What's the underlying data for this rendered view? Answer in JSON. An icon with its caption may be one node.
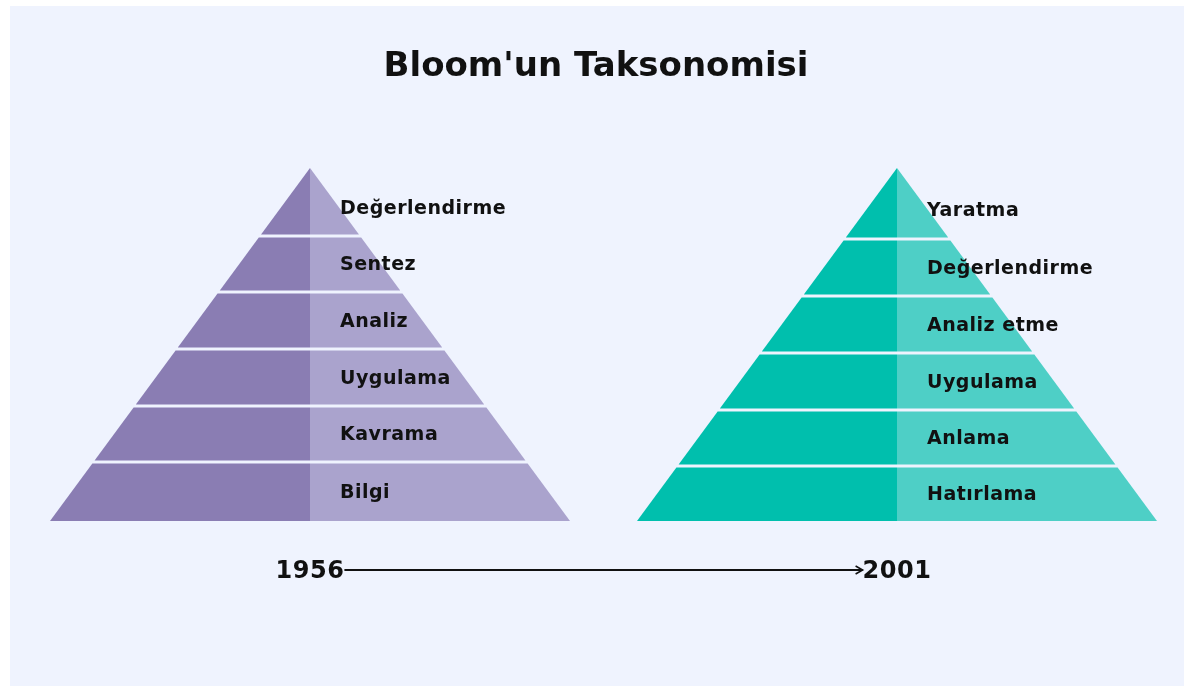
{
  "diagram": {
    "title": "Bloom'un Taksonomisi",
    "nodes": [
      {
        "text": [
          "Değerlendirme"
        ]
      },
      {
        "text": [
          "Sentez"
        ]
      },
      {
        "text": [
          "Analiz"
        ]
      },
      {
        "text": [
          "Uygulama"
        ]
      },
      {
        "text": [
          "Kavrama"
        ]
      },
      {
        "text": [
          "Bilgi"
        ]
      },
      {
        "text": [
          "Yaratma"
        ]
      },
      {
        "text": [
          "Değerlendirme"
        ]
      },
      {
        "text": [
          "Analiz etme"
        ]
      },
      {
        "text": [
          "Uygulama"
        ]
      },
      {
        "text": [
          "Anlama"
        ]
      },
      {
        "text": [
          "Hatırlama"
        ]
      },
      {
        "text": [
          "1956"
        ]
      },
      {
        "text": [
          "2001"
        ]
      }
    ],
    "edges": [
      {
        "from": 12,
        "to": 13,
        "arrow": "to"
      }
    ]
  }
}
